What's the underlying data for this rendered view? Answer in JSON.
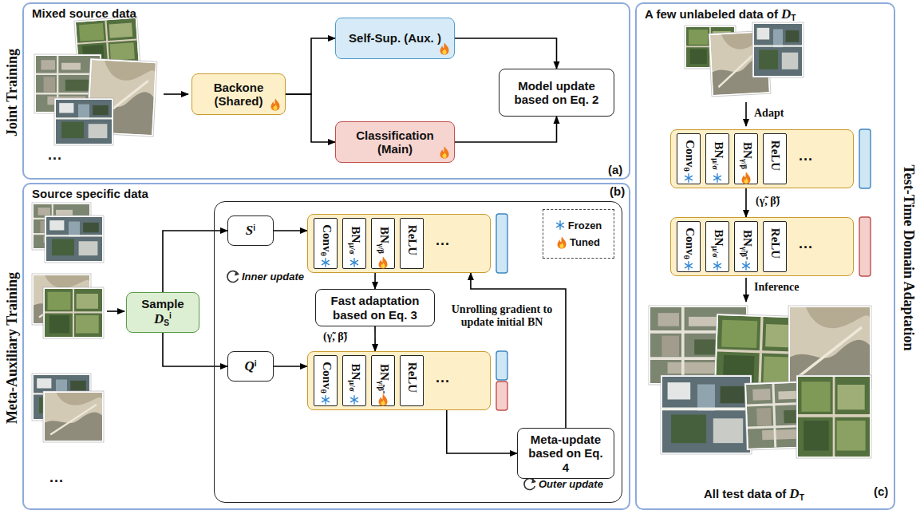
{
  "diagram": {
    "nodes": [
      {
        "text": [
          "Joint Training",
          "Mixed source data"
        ]
      },
      {
        "text": [
          "Backone (Shared)"
        ],
        "in": 0
      },
      {
        "text": [
          "Self-Sup. (Aux. )"
        ],
        "in": 0
      },
      {
        "text": [
          "Classification (Main)"
        ],
        "in": 0
      },
      {
        "text": [
          "Model update based on Eq. 2"
        ],
        "in": 0
      },
      {
        "text": [
          "Meta-Auxiliary Training",
          "Source specific data"
        ]
      },
      {
        "text": [
          "Sample",
          "D",
          "S",
          "i"
        ],
        "in": 5
      },
      {
        "text": [
          "Inner update",
          "Outer update"
        ],
        "in": 5
      },
      {
        "text": [
          "S",
          "i"
        ],
        "in": 7
      },
      {
        "text": [
          "..."
        ],
        "in": 7
      },
      {
        "text": [
          "Conv",
          "θ"
        ],
        "in": 9
      },
      {
        "text": [
          "BN",
          "μ/σ"
        ],
        "in": 9
      },
      {
        "text": [
          "BN",
          "γ/β"
        ],
        "in": 9
      },
      {
        "text": [
          "ReLU"
        ],
        "in": 9
      },
      {
        "text": [
          "Fast adaptation based on Eq. 3"
        ],
        "in": 7
      },
      {
        "text": [
          "Q",
          "i"
        ],
        "in": 7
      },
      {
        "text": [
          "..."
        ],
        "in": 7
      },
      {
        "text": [
          "Conv",
          "θ"
        ],
        "in": 16
      },
      {
        "text": [
          "BN",
          "μ/σ"
        ],
        "in": 16
      },
      {
        "text": [
          "BN",
          "γ̃/β̃"
        ],
        "in": 16
      },
      {
        "text": [
          "ReLU"
        ],
        "in": 16
      },
      {
        "text": [
          "Meta-update based on Eq. 4"
        ],
        "in": 7
      },
      {
        "text": [
          "A few unlabeled data of",
          "D",
          "T",
          "All test data of",
          "D",
          "T",
          "Test-Time Domain Adaptation"
        ]
      },
      {
        "text": [
          "..."
        ],
        "in": 22
      },
      {
        "text": [
          "Conv",
          "θ"
        ],
        "in": 23
      },
      {
        "text": [
          "BN",
          "μ/σ"
        ],
        "in": 23
      },
      {
        "text": [
          "BN",
          "γ/β"
        ],
        "in": 23
      },
      {
        "text": [
          "ReLU"
        ],
        "in": 23
      },
      {
        "text": [
          "..."
        ],
        "in": 22
      },
      {
        "text": [
          "Conv",
          "θ"
        ],
        "in": 28
      },
      {
        "text": [
          "BN",
          "μ/σ"
        ],
        "in": 28
      },
      {
        "text": [
          "BN",
          "γ̃/β̃"
        ],
        "in": 28
      },
      {
        "text": [
          "ReLU"
        ],
        "in": 28
      }
    ],
    "edges": [
      {
        "from": 1,
        "to": 2,
        "arrow": "to"
      },
      {
        "from": 1,
        "to": 3,
        "arrow": "to"
      },
      {
        "from": 2,
        "to": 4,
        "arrow": "to"
      },
      {
        "from": 3,
        "to": 4,
        "arrow": "to"
      },
      {
        "from": 6,
        "to": 8,
        "arrow": "to"
      },
      {
        "from": 6,
        "to": 15,
        "arrow": "to"
      },
      {
        "from": 8,
        "to": 9,
        "arrow": "to"
      },
      {
        "from": 9,
        "to": 14,
        "arrow": "to"
      },
      {
        "from": 14,
        "to": 16,
        "label": "(γ̃, β̃)",
        "arrow": "to"
      },
      {
        "from": 15,
        "to": 16,
        "arrow": "to"
      },
      {
        "from": 16,
        "to": 21,
        "arrow": "to"
      },
      {
        "from": 21,
        "to": 9,
        "label": "Unrolling gradient to update initial BN",
        "arrow": "to"
      },
      {
        "from": 23,
        "to": 28,
        "label": "(γ̃, β̃)",
        "arrow": "to"
      }
    ],
    "labels": [
      "(a)",
      "...",
      "(b)",
      "...",
      "Adapt",
      "Inference",
      "(c)"
    ],
    "legend": [
      {
        "text": "Frozen"
      },
      {
        "text": "Tuned"
      }
    ]
  }
}
